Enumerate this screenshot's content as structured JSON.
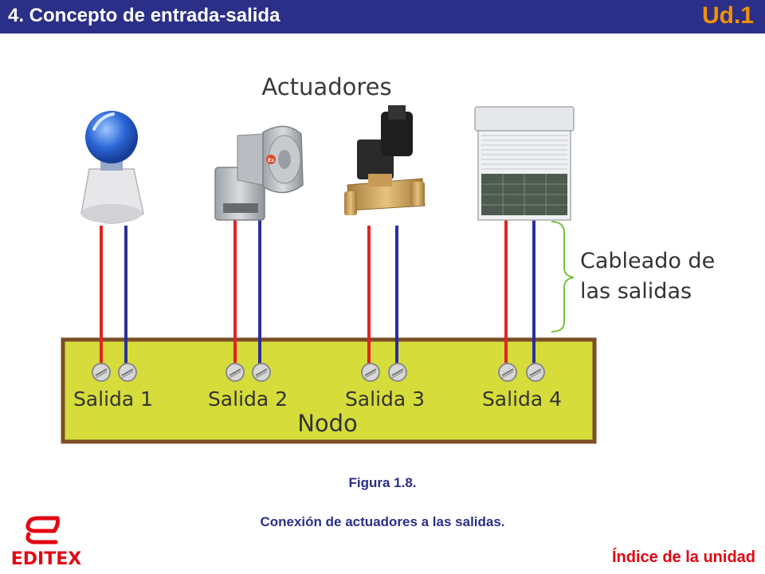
{
  "header": {
    "section_title": "4.  Concepto de entrada-salida",
    "unit_label": "Ud.1"
  },
  "figure": {
    "top_label": "Actuadores",
    "wiring_label_line1": "Cableado de",
    "wiring_label_line2": "las salidas",
    "node_label": "Nodo",
    "outputs": [
      "Salida 1",
      "Salida 2",
      "Salida 3",
      "Salida 4"
    ],
    "brand_text": "Ex",
    "colors": {
      "node_fill": "#d6dc3a",
      "node_border": "#7a4e28",
      "wire_red": "#e02424",
      "wire_blue": "#2b2f9a",
      "brace": "#7ac142"
    },
    "actuator_icons": [
      "light-bulb-icon",
      "siren-icon",
      "solenoid-valve-icon",
      "roller-shutter-icon"
    ]
  },
  "caption": {
    "title": "Figura 1.8.",
    "text": "Conexión de actuadores a las salidas."
  },
  "footer": {
    "logo_text": "EDITEX",
    "index_link": "Índice de la unidad",
    "index_color": "#e30613"
  }
}
